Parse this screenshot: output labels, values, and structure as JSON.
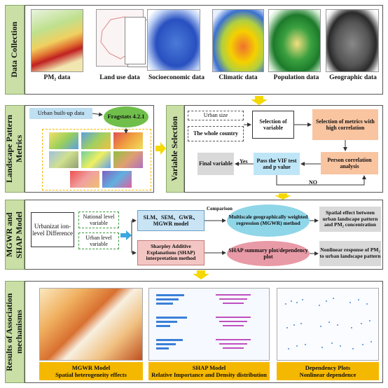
{
  "stages": {
    "data_collection": "Data Collection",
    "landscape": "Landscape Pattern Metrics",
    "variable_selection": "Variable Selection",
    "mgwr_shap": "MGWR and SHAP Model",
    "results": "Results of Association mechanisms"
  },
  "data_collection": {
    "items": [
      "PM₂ data",
      "Land use data",
      "Socioeconomic data",
      "Climatic data",
      "Population data",
      "Geographic data"
    ]
  },
  "landscape": {
    "input": "Urban built-up data",
    "tool": "Fragstats 4.2.1"
  },
  "variable_selection": {
    "urban_size": "Urban size",
    "whole_country": "The whole country",
    "selection_of_variable": "Selection of variable",
    "selection_metrics": "Selection of metrics with high correlation",
    "person_corr": "Person correlation analysis",
    "vif": "Pass the VIF test and p value",
    "final_variable": "Final variable",
    "yes": "Yes",
    "no": "NO"
  },
  "model": {
    "urbanization": "Urbanizat ion-level Difference",
    "national": "National level variable",
    "urban_level": "Urban level variable",
    "slm": "SLM、SEM、GWR、MGWR model",
    "comparison": "Comparison",
    "mgwr_method": "Multiscale geographically weighted regression (MGWR) method",
    "spatial_effect": "Spatial effect between urban landscape pattern and PM₂ concentration",
    "shap_method": "Sharpley Additive Explanations (SHAP) interpretation method",
    "shap_plot": "SHAP summary plot/dependency plot",
    "nonlinear": "Nonlinear response of PM₂ to urban landscape pattern"
  },
  "results": {
    "mgwr_title": "MGWR Model",
    "mgwr_sub": "Spatial heterogeneity effects",
    "shap_title": "SHAP Model",
    "shap_sub": "Relative Importance and Density distribution",
    "dep_title": "Dependency Plots",
    "dep_sub": "Nonlinear dependence"
  },
  "colors": {
    "side_green": "#c9dfa6",
    "arrow_yellow": "#f5d800",
    "gold": "#f5b800",
    "orange_box": "#f9c4a0"
  }
}
